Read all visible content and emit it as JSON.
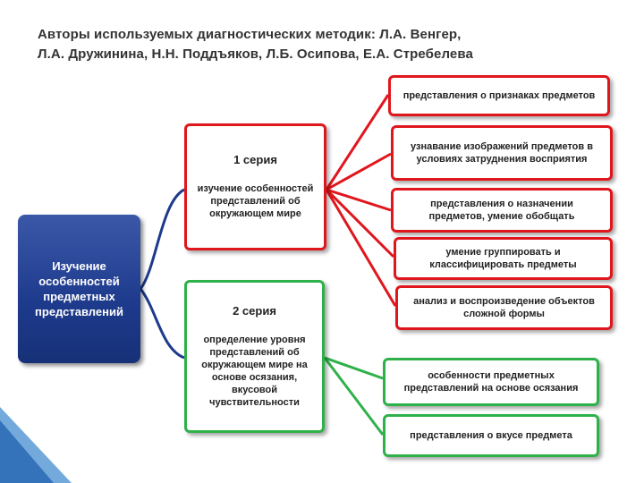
{
  "title": {
    "line1": "Авторы используемых диагностических методик: Л.А. Венгер,",
    "line2": "Л.А. Дружинина, Н.Н. Поддъяков, Л.Б. Осипова, Е.А. Стребелева"
  },
  "main": {
    "label": "Изучение особенностей предметных представлений"
  },
  "series1": {
    "label": "1 серия",
    "body": "изучение особенностей представлений об окружающем мире"
  },
  "series2": {
    "label": "2 серия",
    "body": "определение уровня представлений об окружающем мире на основе осязания, вкусовой чувствительности"
  },
  "series1_items": [
    "представления о признаках предметов",
    "узнавание изображений предметов в условиях затруднения восприятия",
    "представления о назначении предметов, умение обобщать",
    "умение группировать и классифицировать предметы",
    "анализ и воспроизведение объектов сложной формы"
  ],
  "series2_items": [
    "особенности предметных представлений на основе осязания",
    "представления о вкусе предмета"
  ],
  "colors": {
    "red": "#e0161d",
    "green": "#2fb14a",
    "blue": "#1d3a8c",
    "floor": "#5a9bd5"
  }
}
